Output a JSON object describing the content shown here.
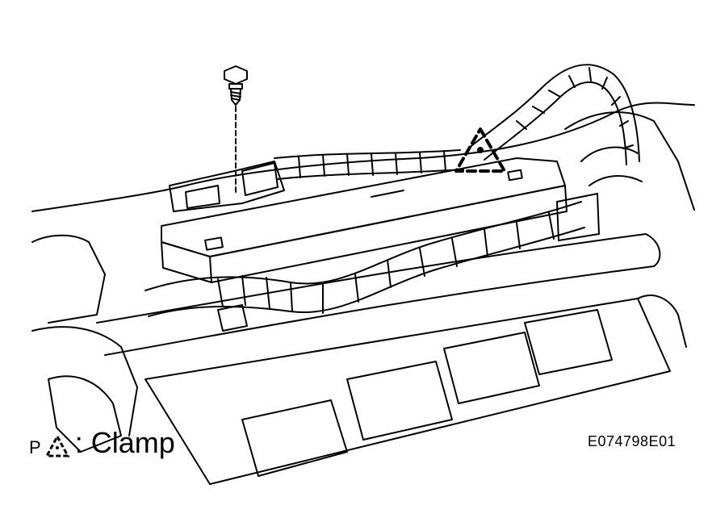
{
  "legend": {
    "prefix": "P",
    "symbol_icon": "dashed-triangle-clamp-icon",
    "label": ": Clamp"
  },
  "figure_id": "E074798E01",
  "colors": {
    "line": "#000000",
    "background": "#ffffff"
  }
}
